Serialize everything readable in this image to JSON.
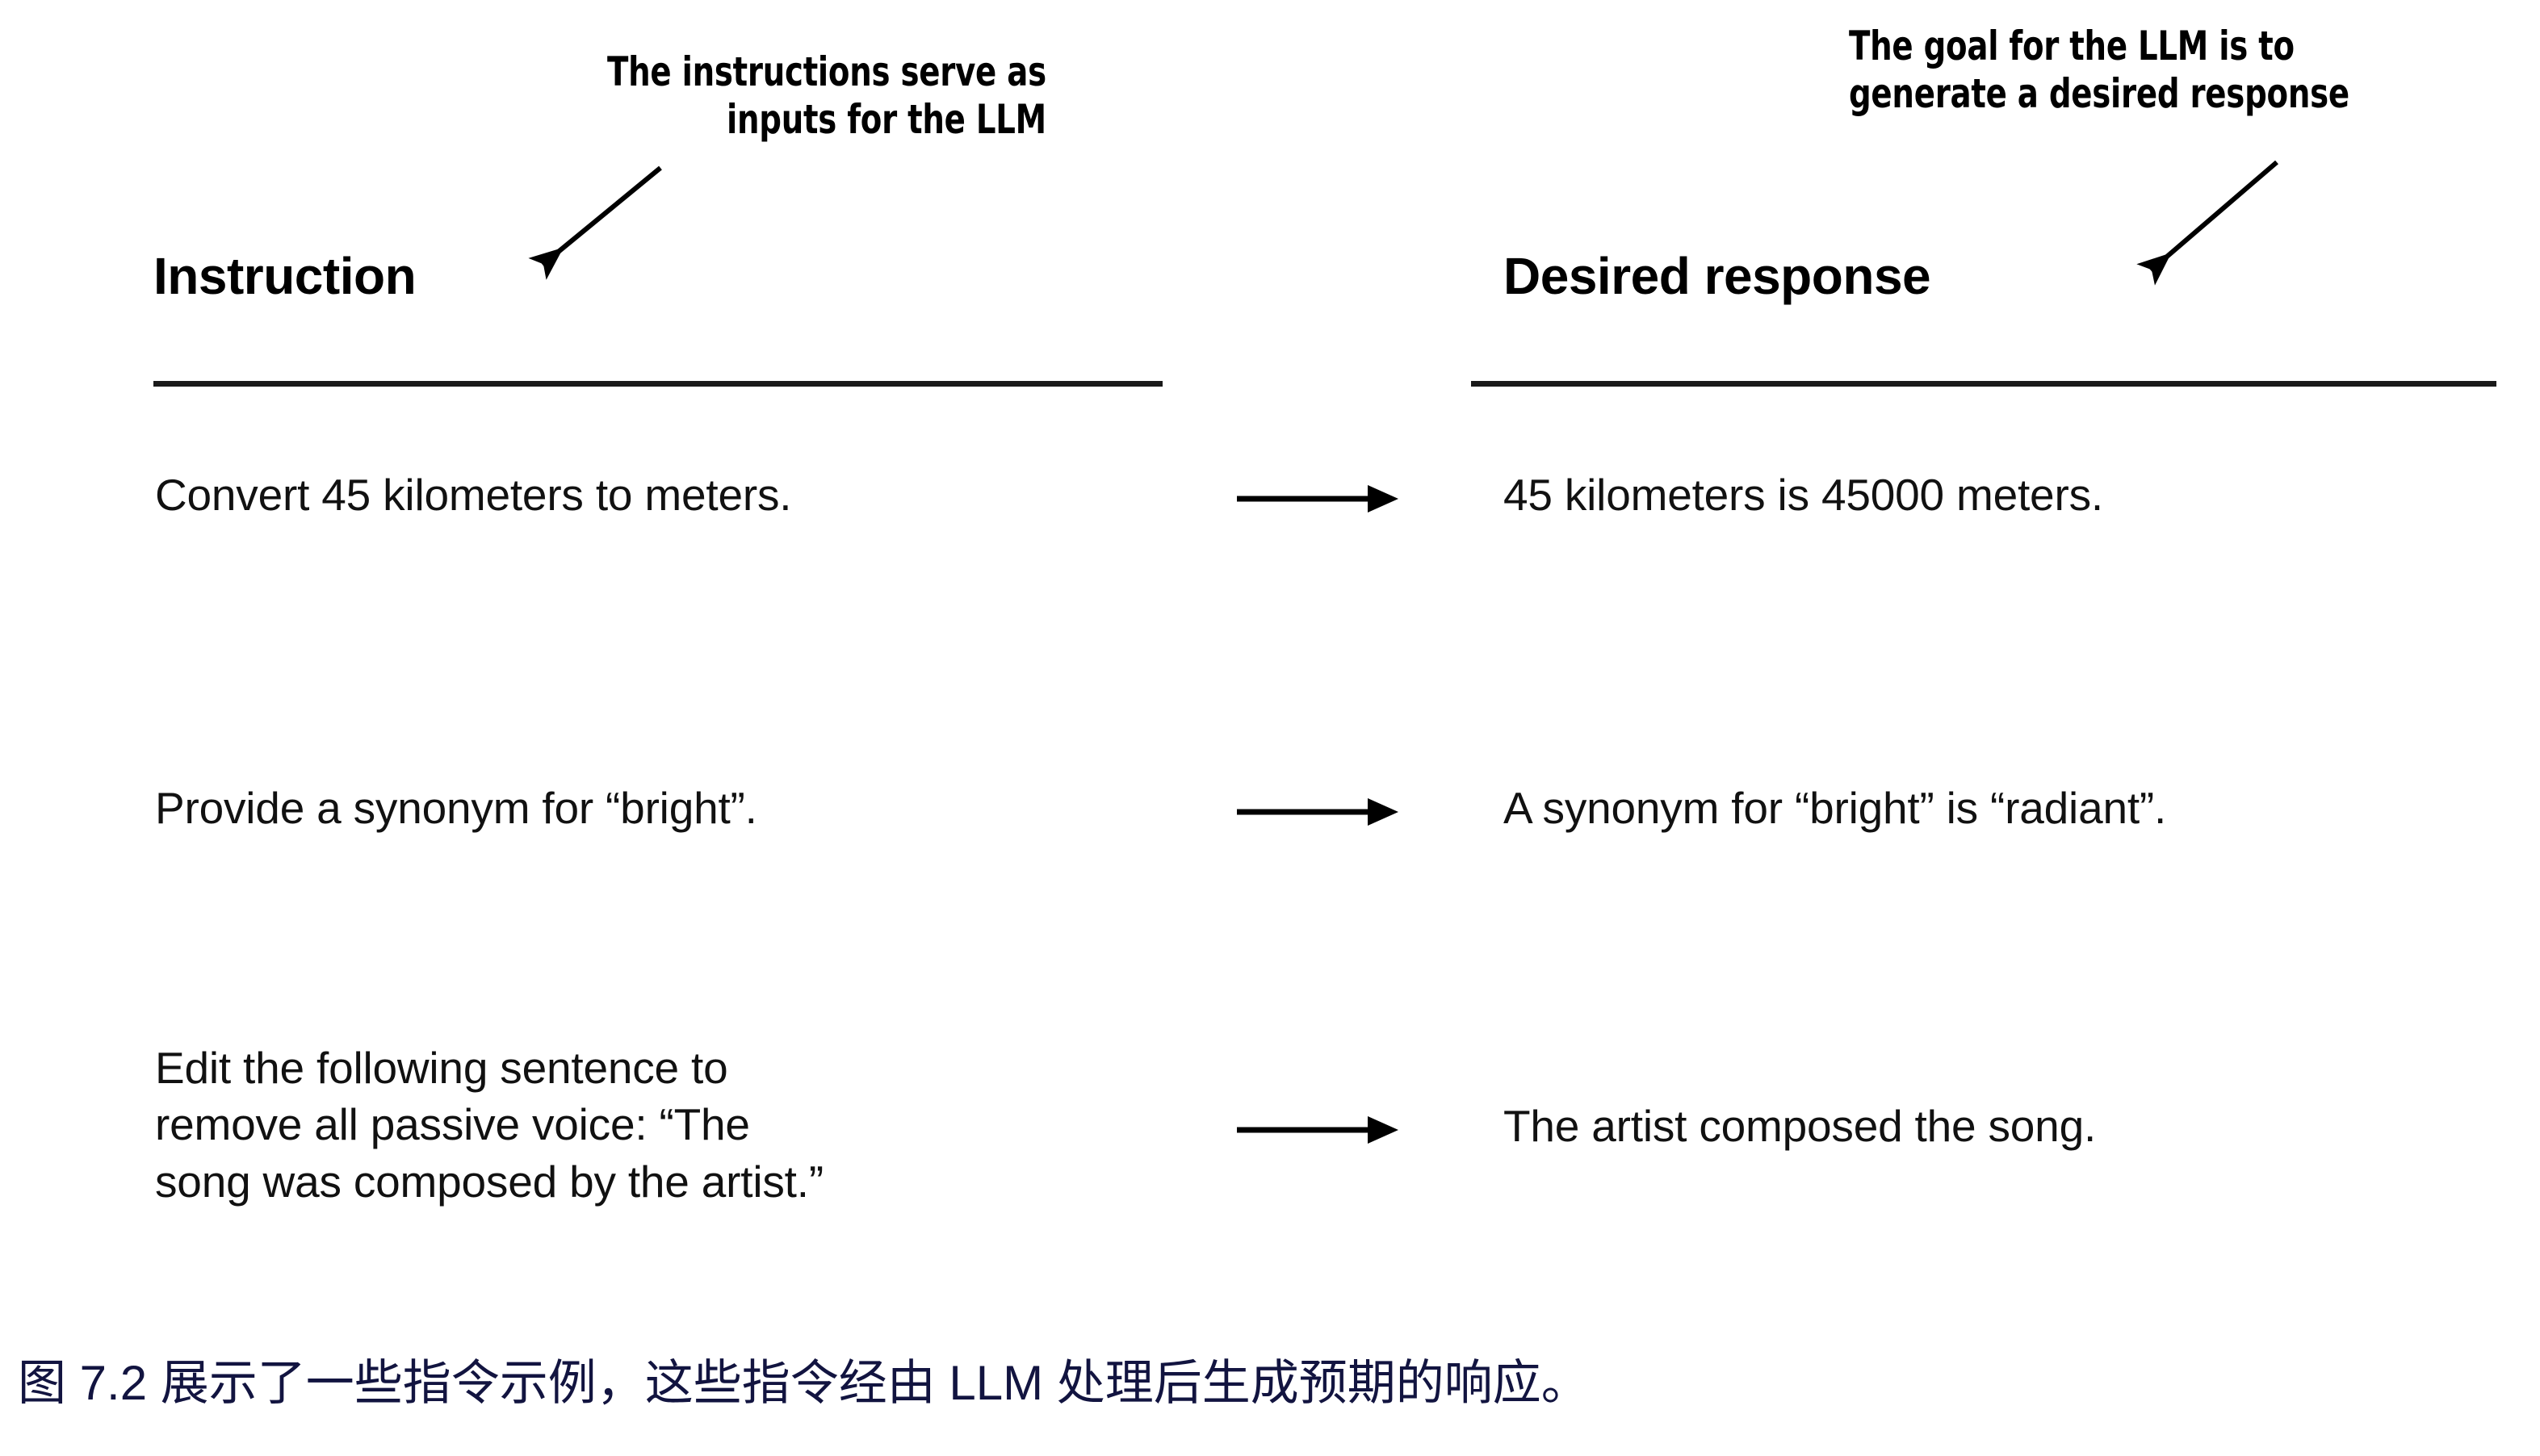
{
  "figure": {
    "annotations": {
      "left": {
        "line1": "The instructions serve as",
        "line2": "inputs for the LLM"
      },
      "right": {
        "line1": "The goal for the LLM is to",
        "line2": "generate a desired response"
      }
    },
    "columns": {
      "instruction_header": "Instruction",
      "response_header": "Desired response"
    },
    "rows": [
      {
        "instruction": "Convert 45 kilometers to meters.",
        "response": "45 kilometers is 45000 meters."
      },
      {
        "instruction": "Provide a synonym for “bright”.",
        "response": "A synonym for “bright” is “radiant”."
      },
      {
        "instruction": "Edit the following sentence to\nremove all passive voice: “The\nsong was composed by the artist.”",
        "response": "The artist composed the song."
      }
    ],
    "caption": "图 7.2 展示了一些指令示例，这些指令经由 LLM 处理后生成预期的响应。",
    "colors": {
      "ink": "#000000",
      "body_text": "#111111",
      "rule": "#1a1a1a",
      "caption": "#121440",
      "background": "#ffffff"
    }
  }
}
